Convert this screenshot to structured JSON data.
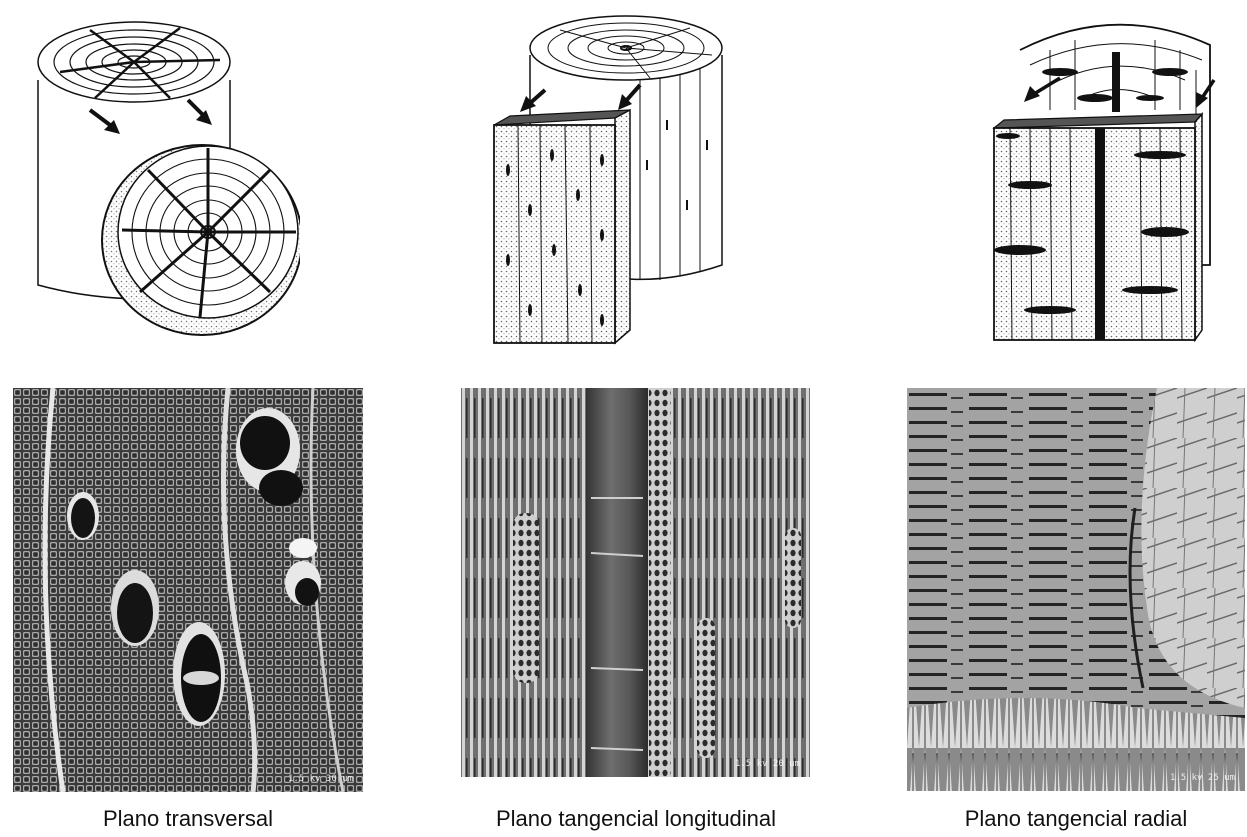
{
  "figure": {
    "captions": [
      {
        "id": "transversal",
        "text": "Plano transversal"
      },
      {
        "id": "tangencial-longitudinal",
        "text": "Plano tangencial longitudinal"
      },
      {
        "id": "tangencial-radial",
        "text": "Plano tangencial radial"
      }
    ],
    "micrograph_labels": {
      "transversal": "1.5 kv 30 um",
      "tangencial_longitudinal": "1.5 kv 20 um",
      "tangencial_radial": "1.5 kv 25 um"
    },
    "colors": {
      "line": "#111111",
      "stipple": "#d9d9d9",
      "micro_dark": "#2a2a2a",
      "micro_light": "#bdbdbd"
    }
  }
}
